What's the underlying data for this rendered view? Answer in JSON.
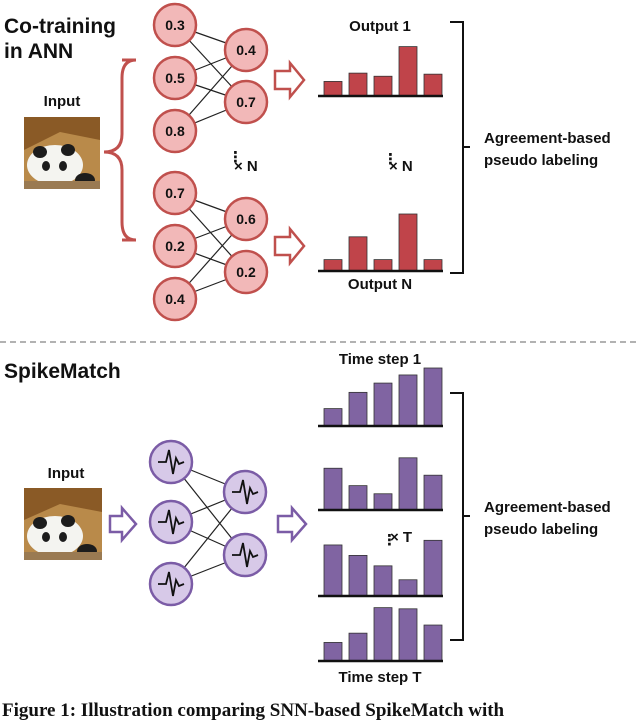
{
  "colors": {
    "ann_fill": "#f2b8b8",
    "ann_stroke": "#c0504d",
    "ann_bar": "#c0444a",
    "snn_fill": "#d7c9e8",
    "snn_stroke": "#7b5ca6",
    "snn_bar": "#8064a2",
    "divider": "#999999"
  },
  "top": {
    "title_line1": "Co-training",
    "title_line2": "in ANN",
    "input_label": "Input",
    "group1_inputs": [
      "0.3",
      "0.5",
      "0.8"
    ],
    "group1_outputs": [
      "0.4",
      "0.7"
    ],
    "group2_inputs": [
      "0.7",
      "0.2",
      "0.4"
    ],
    "group2_outputs": [
      "0.6",
      "0.2"
    ],
    "repeat_net": "× N",
    "repeat_out": "× N",
    "output1_label": "Output 1",
    "outputN_label": "Output N",
    "agreement_line1": "Agreement-based",
    "agreement_line2": "pseudo labeling",
    "output1_bars": [
      0.28,
      0.44,
      0.38,
      0.95,
      0.42
    ],
    "outputN_bars": [
      0.2,
      0.6,
      0.2,
      1.0,
      0.2
    ]
  },
  "bottom": {
    "title": "SpikeMatch",
    "input_label": "Input",
    "timestep1_label": "Time step 1",
    "timestepT_label": "Time step T",
    "repeat": "× T",
    "agreement_line1": "Agreement-based",
    "agreement_line2": "pseudo labeling",
    "timestep_bars": [
      [
        0.3,
        0.58,
        0.74,
        0.88,
        1.0
      ],
      [
        0.72,
        0.42,
        0.28,
        0.9,
        0.6
      ],
      [
        0.88,
        0.7,
        0.52,
        0.28,
        0.96
      ],
      [
        0.32,
        0.48,
        0.92,
        0.9,
        0.62
      ]
    ]
  },
  "caption": "Figure 1: Illustration comparing SNN-based SpikeMatch with"
}
